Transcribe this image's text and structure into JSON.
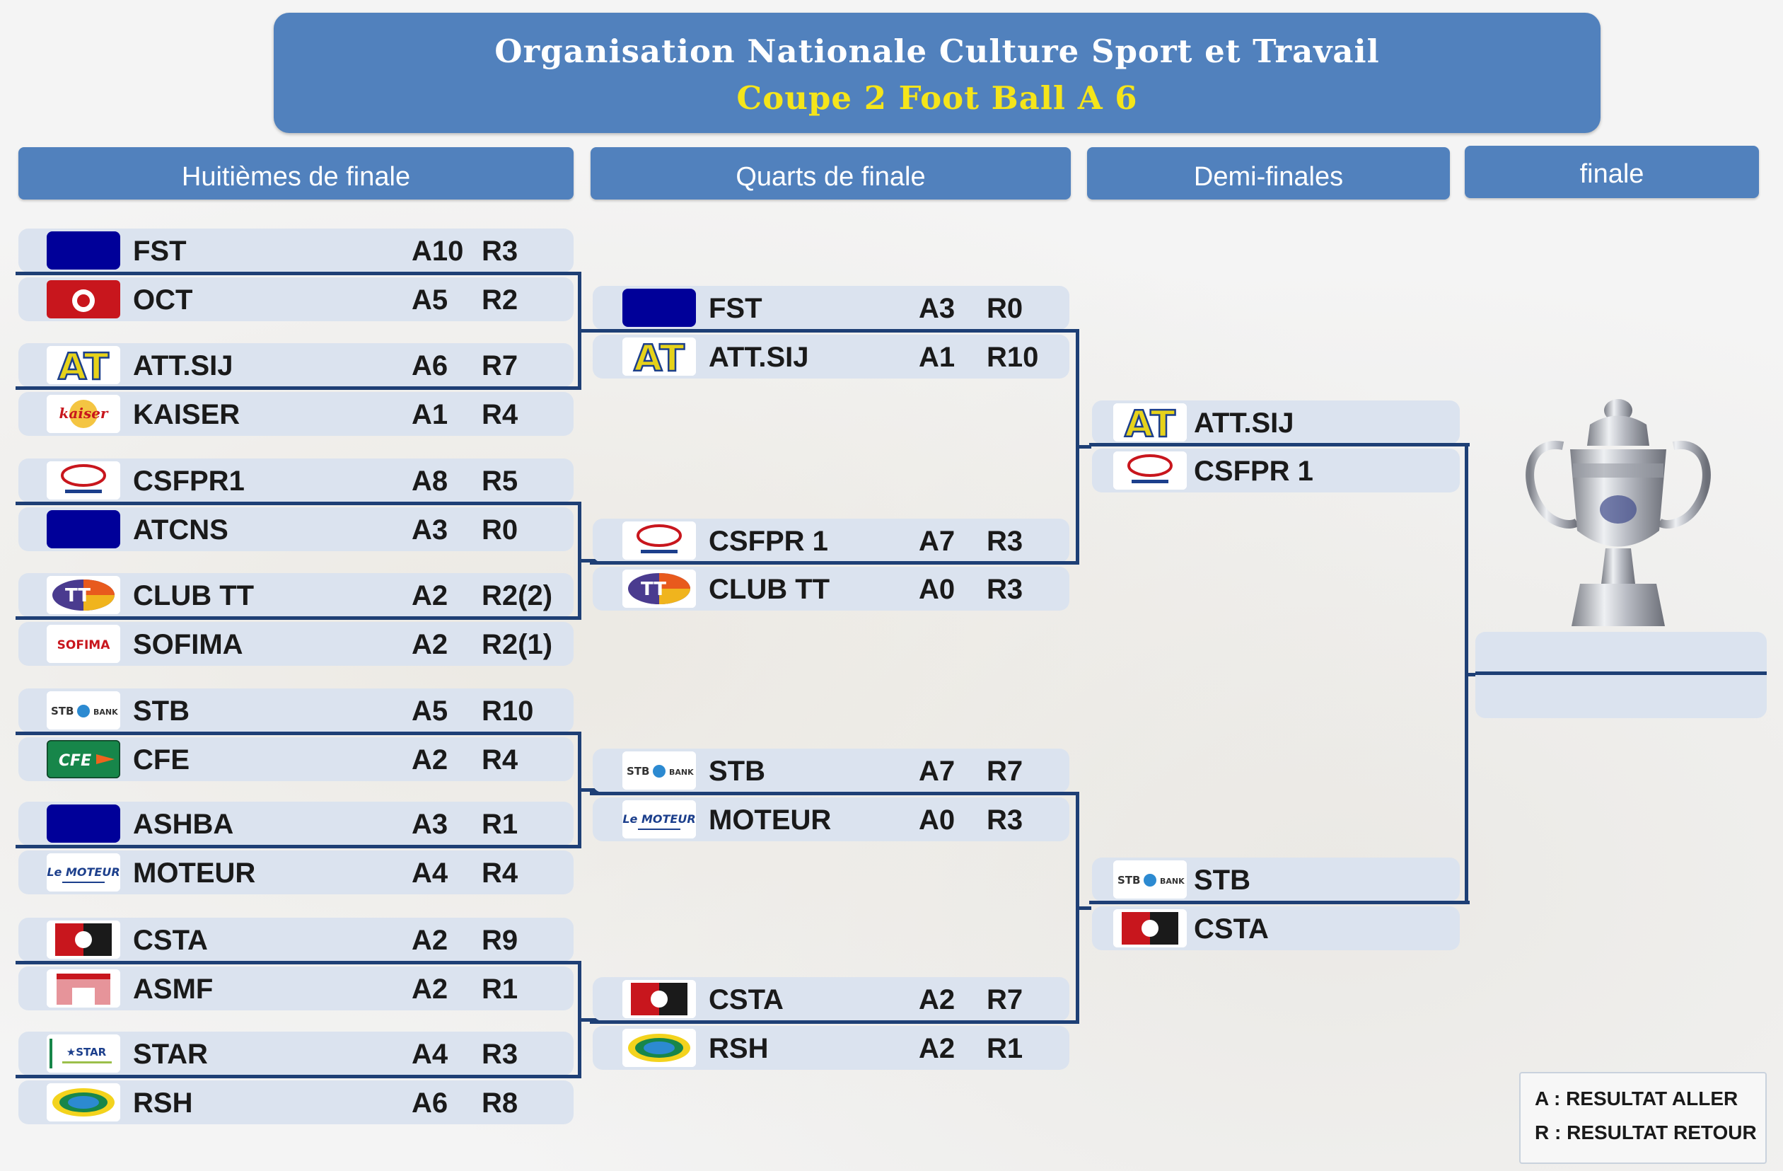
{
  "header": {
    "title": "Organisation Nationale Culture Sport et Travail",
    "subtitle": "Coupe 2 Foot Ball A 6"
  },
  "columns": {
    "r16": "Huitièmes de finale",
    "qf": "Quarts de finale",
    "sf": "Demi-finales",
    "final": "finale"
  },
  "r16": [
    {
      "team": "FST",
      "a": "A10",
      "r": "R3",
      "logo": "blue-block"
    },
    {
      "team": "OCT",
      "a": "A5",
      "r": "R2",
      "logo": "oct-logo"
    },
    {
      "team": "ATT.SIJ",
      "a": "A6",
      "r": "R7",
      "logo": "att-logo"
    },
    {
      "team": "KAISER",
      "a": "A1",
      "r": "R4",
      "logo": "kaiser-logo"
    },
    {
      "team": "CSFPR1",
      "a": "A8",
      "r": "R5",
      "logo": "csfpr-logo"
    },
    {
      "team": "ATCNS",
      "a": "A3",
      "r": "R0",
      "logo": "blue-block"
    },
    {
      "team": "CLUB TT",
      "a": "A2",
      "r": "R2(2)",
      "logo": "tt-logo"
    },
    {
      "team": "SOFIMA",
      "a": "A2",
      "r": "R2(1)",
      "logo": "sofima-logo"
    },
    {
      "team": "STB",
      "a": "A5",
      "r": "R10",
      "logo": "stb-logo"
    },
    {
      "team": "CFE",
      "a": "A2",
      "r": "R4",
      "logo": "cfe-logo"
    },
    {
      "team": "ASHBA",
      "a": "A3",
      "r": "R1",
      "logo": "blue-block"
    },
    {
      "team": "MOTEUR",
      "a": "A4",
      "r": "R4",
      "logo": "moteur-logo"
    },
    {
      "team": "CSTA",
      "a": "A2",
      "r": "R9",
      "logo": "csta-logo"
    },
    {
      "team": "ASMF",
      "a": "A2",
      "r": "R1",
      "logo": "asmf-logo"
    },
    {
      "team": "STAR",
      "a": "A4",
      "r": "R3",
      "logo": "star-logo"
    },
    {
      "team": "RSH",
      "a": "A6",
      "r": "R8",
      "logo": "rsh-logo"
    }
  ],
  "qf": [
    {
      "team": "FST",
      "a": "A3",
      "r": "R0",
      "logo": "blue-block"
    },
    {
      "team": "ATT.SIJ",
      "a": "A1",
      "r": "R10",
      "logo": "att-logo"
    },
    {
      "team": "CSFPR 1",
      "a": "A7",
      "r": "R3",
      "logo": "csfpr-logo"
    },
    {
      "team": "CLUB TT",
      "a": "A0",
      "r": "R3",
      "logo": "tt-logo"
    },
    {
      "team": "STB",
      "a": "A7",
      "r": "R7",
      "logo": "stb-logo"
    },
    {
      "team": "MOTEUR",
      "a": "A0",
      "r": "R3",
      "logo": "moteur-logo"
    },
    {
      "team": "CSTA",
      "a": "A2",
      "r": "R7",
      "logo": "csta-logo"
    },
    {
      "team": "RSH",
      "a": "A2",
      "r": "R1",
      "logo": "rsh-logo"
    }
  ],
  "sf": [
    {
      "team": "ATT.SIJ",
      "logo": "att-logo"
    },
    {
      "team": "CSFPR 1",
      "logo": "csfpr-logo"
    },
    {
      "team": "STB",
      "logo": "stb-logo"
    },
    {
      "team": "CSTA",
      "logo": "csta-logo"
    }
  ],
  "logo_text": {
    "stb": "STB",
    "bank": "BANK",
    "cfe": "CFE",
    "moteur": "Le MOTEUR",
    "tt": "TT",
    "att": "AT",
    "kaiser": "kaiser",
    "star": "STAR",
    "sofima": "SOFIMA"
  },
  "legend": {
    "aller": "A : RESULTAT ALLER",
    "retour": "R : RESULTAT RETOUR"
  },
  "colors": {
    "header_bg": "#5181bd",
    "subtitle": "#f5e51a",
    "row_bg": "#dbe3ef",
    "connector": "#1e3f75",
    "placeholder_logo": "#000099"
  }
}
